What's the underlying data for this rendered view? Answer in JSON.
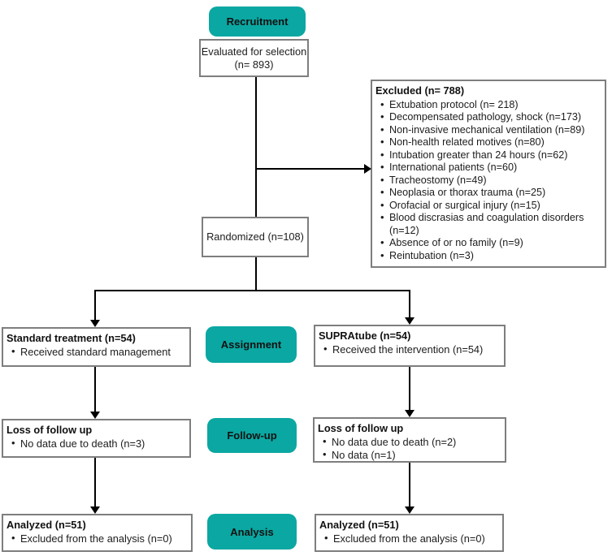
{
  "colors": {
    "stage_fill": "#0BA7A2",
    "stage_text": "#111111",
    "box_border": "#7E7E7E",
    "connector": "#000000",
    "body_text": "#1C1C1C"
  },
  "stages": {
    "recruitment": "Recruitment",
    "assignment": "Assignment",
    "followup": "Follow-up",
    "analysis": "Analysis"
  },
  "recruitment": {
    "evaluated": {
      "line1": "Evaluated for selection",
      "line2": "(n= 893)"
    },
    "excluded": {
      "title": "Excluded (n= 788)",
      "items": [
        "Extubation protocol (n= 218)",
        "Decompensated pathology, shock (n=173)",
        "Non-invasive mechanical ventilation (n=89)",
        "Non-health related motives (n=80)",
        "Intubation greater than 24 hours (n=62)",
        "International patients (n=60)",
        "Tracheostomy (n=49)",
        "Neoplasia or thorax trauma (n=25)",
        "Orofacial or surgical injury (n=15)",
        "Blood discrasias and coagulation disorders (n=12)",
        "Absence of or no family (n=9)",
        "Reintubation (n=3)"
      ]
    },
    "randomized": "Randomized (n=108)"
  },
  "assignment": {
    "standard": {
      "title": "Standard treatment (n=54)",
      "items": [
        "Received standard management"
      ]
    },
    "supratube": {
      "title": "SUPRAtube (n=54)",
      "items": [
        "Received the intervention (n=54)"
      ]
    }
  },
  "followup": {
    "left": {
      "title": "Loss of follow up",
      "items": [
        "No data due to death (n=3)"
      ]
    },
    "right": {
      "title": "Loss of follow up",
      "items": [
        "No data due to death (n=2)",
        "No data (n=1)"
      ]
    }
  },
  "analysis": {
    "left": {
      "title": "Analyzed (n=51)",
      "items": [
        "Excluded from the analysis (n=0)"
      ]
    },
    "right": {
      "title": "Analyzed (n=51)",
      "items": [
        "Excluded from the analysis (n=0)"
      ]
    }
  }
}
